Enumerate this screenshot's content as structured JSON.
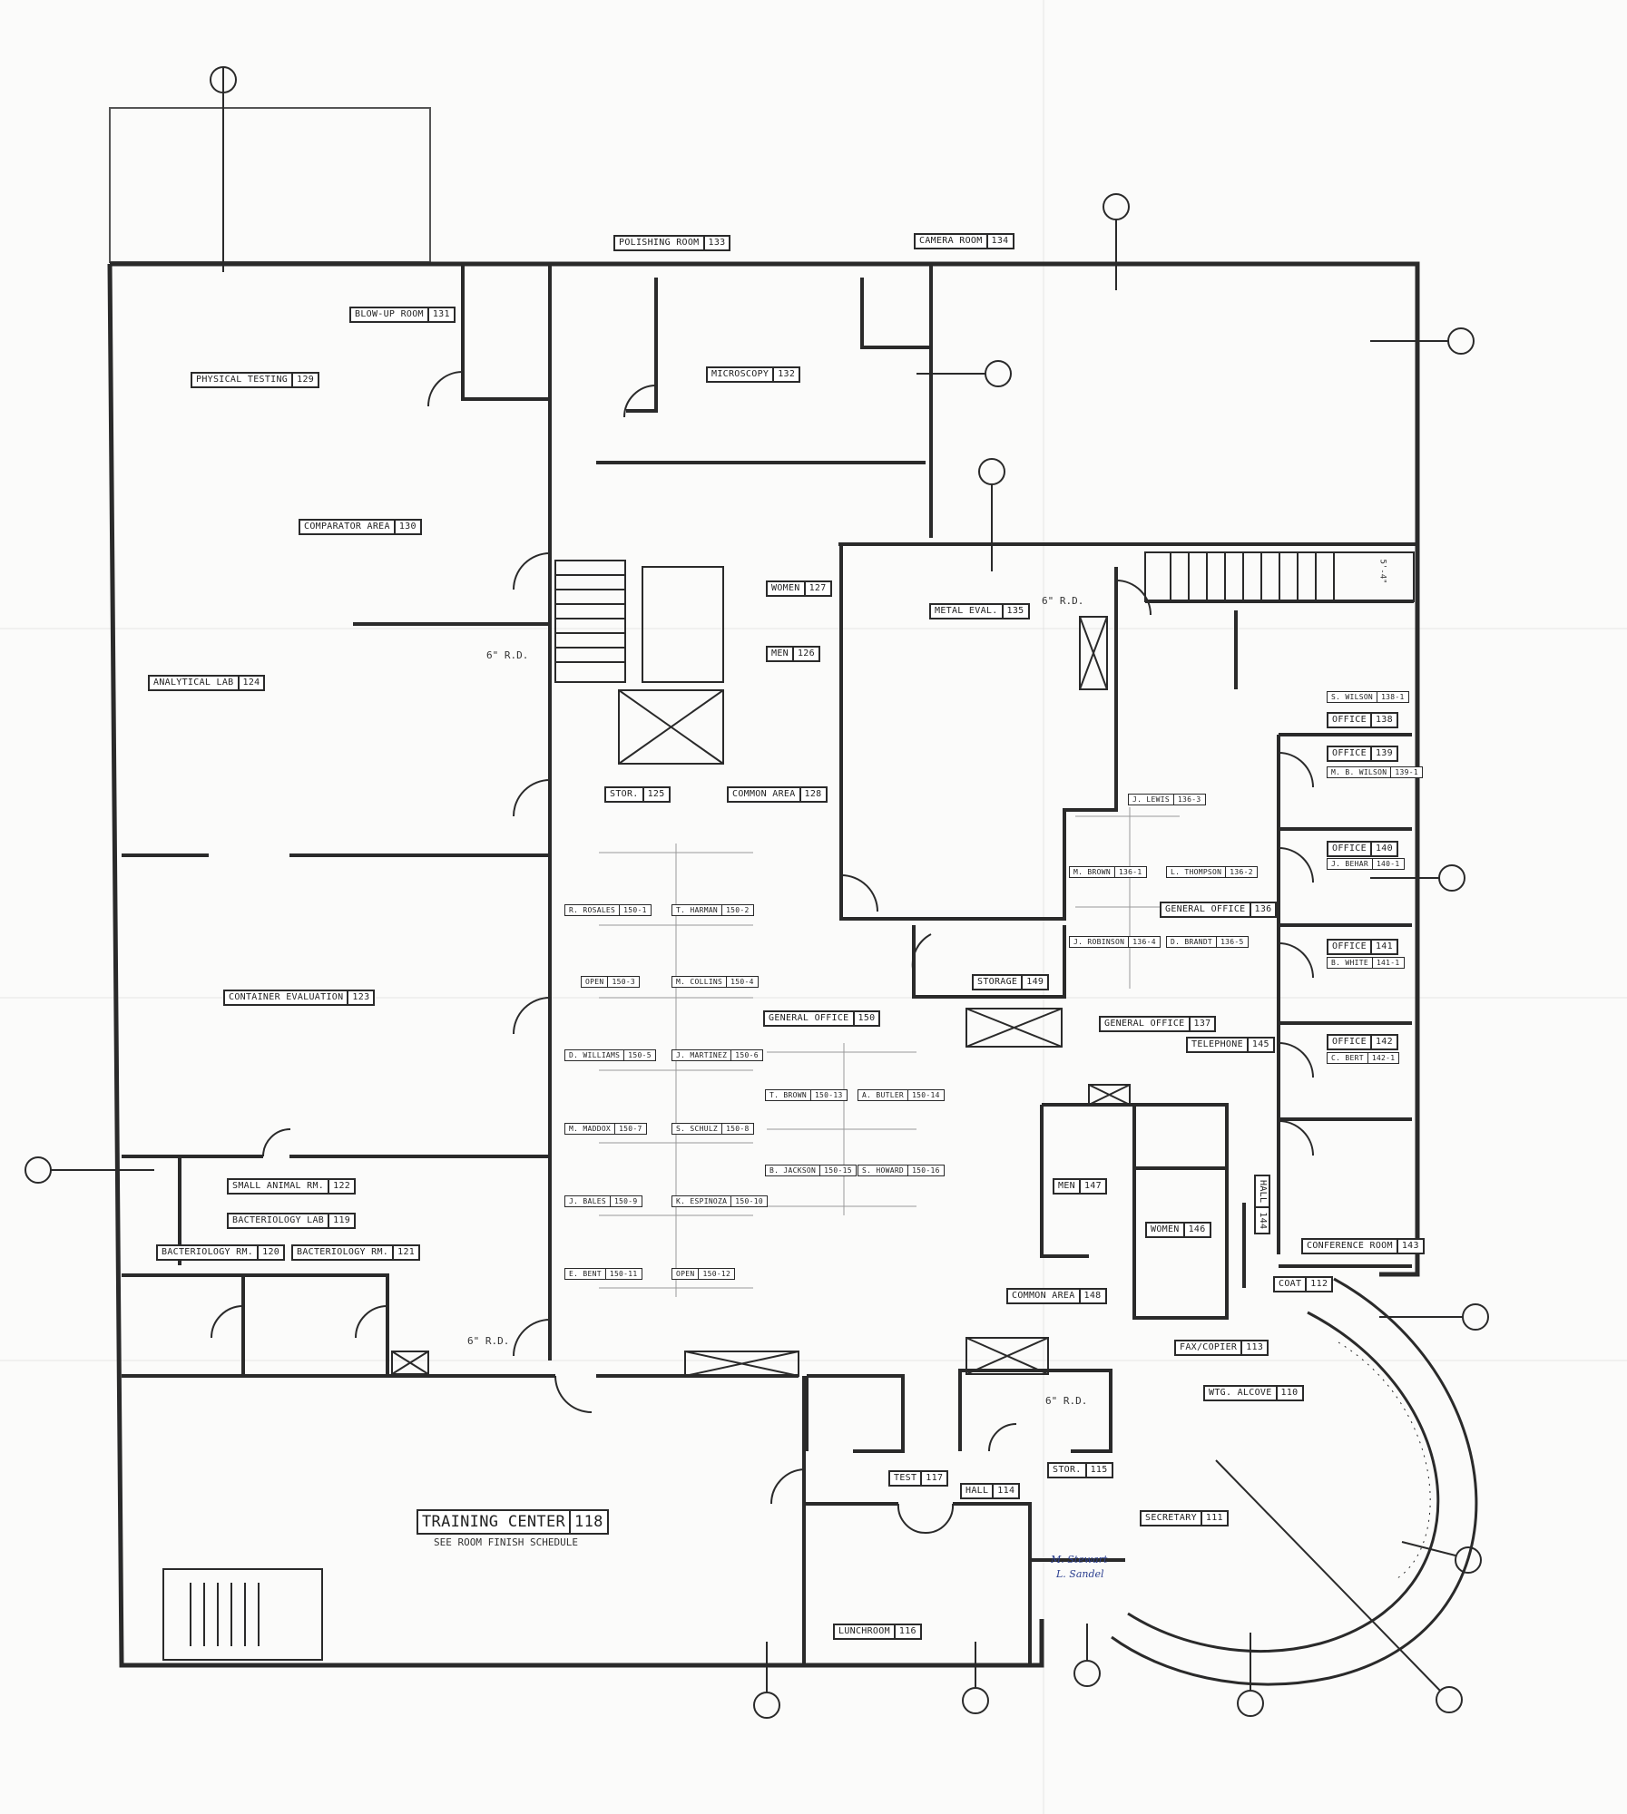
{
  "drawing": {
    "type": "architectural floor plan"
  },
  "rooms": [
    {
      "name": "POLISHING ROOM",
      "number": "133"
    },
    {
      "name": "CAMERA ROOM",
      "number": "134"
    },
    {
      "name": "BLOW-UP ROOM",
      "number": "131"
    },
    {
      "name": "PHYSICAL TESTING",
      "number": "129"
    },
    {
      "name": "MICROSCOPY",
      "number": "132"
    },
    {
      "name": "COMPARATOR AREA",
      "number": "130"
    },
    {
      "name": "WOMEN",
      "number": "127"
    },
    {
      "name": "METAL EVAL.",
      "number": "135"
    },
    {
      "name": "MEN",
      "number": "126"
    },
    {
      "name": "ANALYTICAL LAB",
      "number": "124"
    },
    {
      "name": "STOR.",
      "number": "125"
    },
    {
      "name": "COMMON AREA",
      "number": "128"
    },
    {
      "name": "OFFICE",
      "number": "138"
    },
    {
      "name": "OFFICE",
      "number": "139"
    },
    {
      "name": "OFFICE",
      "number": "140"
    },
    {
      "name": "OFFICE",
      "number": "141"
    },
    {
      "name": "OFFICE",
      "number": "142"
    },
    {
      "name": "GENERAL OFFICE",
      "number": "136"
    },
    {
      "name": "STORAGE",
      "number": "149"
    },
    {
      "name": "GENERAL OFFICE",
      "number": "137"
    },
    {
      "name": "TELEPHONE",
      "number": "145"
    },
    {
      "name": "GENERAL OFFICE",
      "number": "150"
    },
    {
      "name": "CONTAINER EVALUATION",
      "number": "123"
    },
    {
      "name": "SMALL ANIMAL RM.",
      "number": "122"
    },
    {
      "name": "BACTERIOLOGY LAB",
      "number": "119"
    },
    {
      "name": "BACTERIOLOGY RM.",
      "number": "120"
    },
    {
      "name": "BACTERIOLOGY RM.",
      "number": "121"
    },
    {
      "name": "MEN",
      "number": "147"
    },
    {
      "name": "WOMEN",
      "number": "146"
    },
    {
      "name": "HALL",
      "number": "144"
    },
    {
      "name": "CONFERENCE ROOM",
      "number": "143"
    },
    {
      "name": "COAT",
      "number": "112"
    },
    {
      "name": "COMMON AREA",
      "number": "148"
    },
    {
      "name": "FAX/COPIER",
      "number": "113"
    },
    {
      "name": "WTG. ALCOVE",
      "number": "110"
    },
    {
      "name": "STOR.",
      "number": "115"
    },
    {
      "name": "TEST",
      "number": "117"
    },
    {
      "name": "HALL",
      "number": "114"
    },
    {
      "name": "SECRETARY",
      "number": "111"
    },
    {
      "name": "TRAINING CENTER",
      "number": "118"
    },
    {
      "name": "LUNCHROOM",
      "number": "116"
    }
  ],
  "workstations": [
    {
      "name": "R. ROSALES",
      "code": "150-1"
    },
    {
      "name": "T. HARMAN",
      "code": "150-2"
    },
    {
      "name": "OPEN",
      "code": "150-3"
    },
    {
      "name": "M. COLLINS",
      "code": "150-4"
    },
    {
      "name": "D. WILLIAMS",
      "code": "150-5"
    },
    {
      "name": "J. MARTINEZ",
      "code": "150-6"
    },
    {
      "name": "M. MADDOX",
      "code": "150-7"
    },
    {
      "name": "S. SCHULZ",
      "code": "150-8"
    },
    {
      "name": "J. BALES",
      "code": "150-9"
    },
    {
      "name": "K. ESPINOZA",
      "code": "150-10"
    },
    {
      "name": "E. BENT",
      "code": "150-11"
    },
    {
      "name": "OPEN",
      "code": "150-12"
    },
    {
      "name": "T. BROWN",
      "code": "150-13"
    },
    {
      "name": "A. BUTLER",
      "code": "150-14"
    },
    {
      "name": "B. JACKSON",
      "code": "150-15"
    },
    {
      "name": "S. HOWARD",
      "code": "150-16"
    },
    {
      "name": "J. LEWIS",
      "code": "136-3"
    },
    {
      "name": "M. BROWN",
      "code": "136-1"
    },
    {
      "name": "L. THOMPSON",
      "code": "136-2"
    },
    {
      "name": "J. ROBINSON",
      "code": "136-4"
    },
    {
      "name": "D. BRANDT",
      "code": "136-5"
    },
    {
      "name": "S. WILSON",
      "code": "138-1"
    },
    {
      "name": "M. B. WILSON",
      "code": "139-1"
    },
    {
      "name": "J. BEHAR",
      "code": "140-1"
    },
    {
      "name": "B. WHITE",
      "code": "141-1"
    },
    {
      "name": "C. BERT",
      "code": "142-1"
    }
  ],
  "notes": {
    "roof_drain": "6\" R.D.",
    "training_subtitle": "SEE ROOM FINISH SCHEDULE",
    "stair_dim": "5'-4\""
  },
  "handwritten_note": [
    "M. Stewart",
    "L. Sandel"
  ],
  "colors": {
    "line": "#2a2a2a",
    "paper": "#fbfbfa",
    "ink": "#2b3f8f"
  }
}
